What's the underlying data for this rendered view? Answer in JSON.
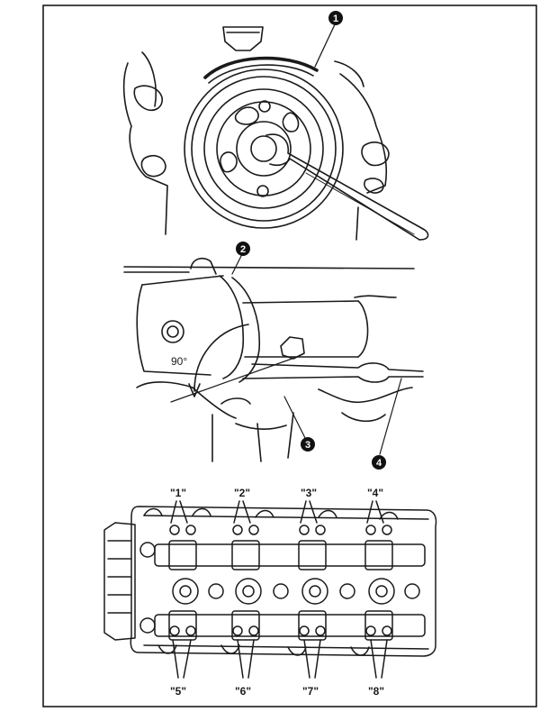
{
  "callouts": {
    "c1": "1",
    "c2": "2",
    "c3": "3",
    "c4": "4"
  },
  "angle_label": "90°",
  "cylinder_labels": {
    "l1": "\"1\"",
    "l2": "\"2\"",
    "l3": "\"3\"",
    "l4": "\"4\"",
    "l5": "\"5\"",
    "l6": "\"6\"",
    "l7": "\"7\"",
    "l8": "\"8\""
  },
  "colors": {
    "line": "#1a1a1a",
    "background": "#ffffff",
    "callout_fill": "#111111",
    "callout_text": "#ffffff"
  }
}
